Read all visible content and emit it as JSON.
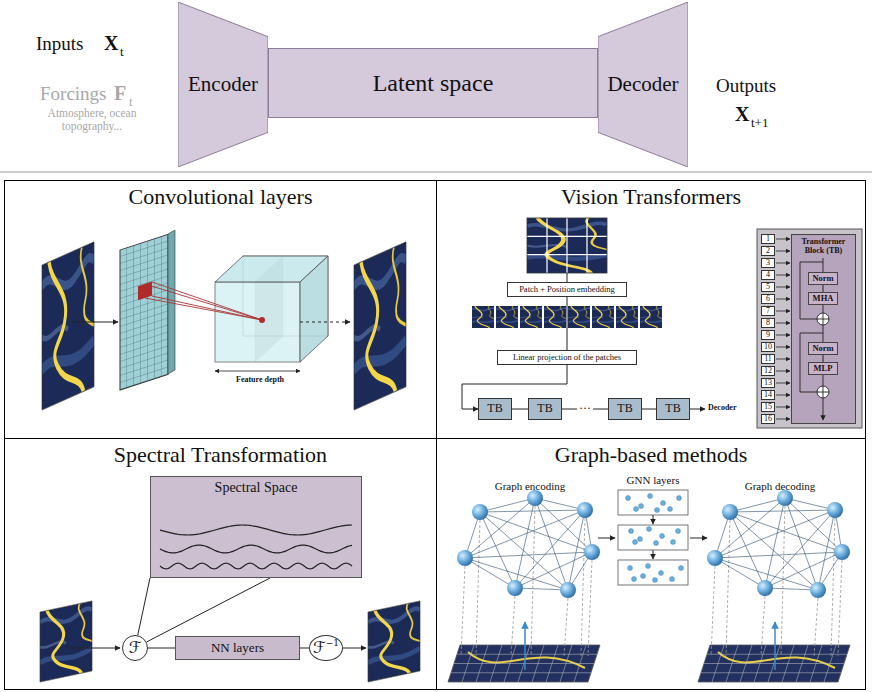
{
  "diagram": {
    "nodes": [
      {
        "text": [
          "Encoder"
        ]
      },
      {
        "text": [
          "Latent space"
        ]
      },
      {
        "text": [
          "Decoder"
        ]
      },
      {
        "text": [
          "Convolutional layers"
        ]
      },
      {
        "text": [
          "Vision Transformers"
        ]
      },
      {
        "text": [
          "Patch + Position embedding"
        ],
        "in": 4
      },
      {
        "text": [
          "Linear projection of the patches"
        ],
        "in": 4
      },
      {
        "text": [
          "TB"
        ],
        "in": 4
      },
      {
        "text": [
          "TB"
        ],
        "in": 4
      },
      {
        "text": [
          "TB"
        ],
        "in": 4
      },
      {
        "text": [
          "TB"
        ],
        "in": 4
      },
      {
        "text": [
          "1"
        ],
        "in": 4
      },
      {
        "text": [
          "2"
        ],
        "in": 4
      },
      {
        "text": [
          "3"
        ],
        "in": 4
      },
      {
        "text": [
          "4"
        ],
        "in": 4
      },
      {
        "text": [
          "5"
        ],
        "in": 4
      },
      {
        "text": [
          "6"
        ],
        "in": 4
      },
      {
        "text": [
          "7"
        ],
        "in": 4
      },
      {
        "text": [
          "8"
        ],
        "in": 4
      },
      {
        "text": [
          "9"
        ],
        "in": 4
      },
      {
        "text": [
          "10"
        ],
        "in": 4
      },
      {
        "text": [
          "11"
        ],
        "in": 4
      },
      {
        "text": [
          "12"
        ],
        "in": 4
      },
      {
        "text": [
          "13"
        ],
        "in": 4
      },
      {
        "text": [
          "14"
        ],
        "in": 4
      },
      {
        "text": [
          "15"
        ],
        "in": 4
      },
      {
        "text": [
          "16"
        ],
        "in": 4
      },
      {
        "text": [
          "Transformer Block (TB)"
        ],
        "in": 4
      },
      {
        "text": [
          "Norm"
        ],
        "in": 27
      },
      {
        "text": [
          "MHA"
        ],
        "in": 27
      },
      {
        "text": [
          "Norm"
        ],
        "in": 27
      },
      {
        "text": [
          "MLP"
        ],
        "in": 27
      },
      {
        "text": [
          "Spectral Transformation"
        ]
      },
      {
        "text": [
          "Spectral Space"
        ],
        "in": 32
      },
      {
        "text": [
          "ℱ"
        ],
        "in": 32
      },
      {
        "text": [
          "NN layers"
        ],
        "in": 32
      },
      {
        "text": [
          "ℱ",
          "−1"
        ],
        "in": 32
      },
      {
        "text": [
          "Graph-based methods"
        ]
      }
    ],
    "edges": [
      {
        "from": 5,
        "to": 6,
        "arrow": "none"
      },
      {
        "from": 6,
        "to": 7,
        "arrow": "to"
      },
      {
        "from": 7,
        "to": 8,
        "arrow": "none"
      },
      {
        "from": 8,
        "to": 9,
        "arrow": "none",
        "label": "···"
      },
      {
        "from": 9,
        "to": 10,
        "arrow": "none"
      },
      {
        "from": 28,
        "to": 29,
        "arrow": "none"
      },
      {
        "from": 30,
        "to": 31,
        "arrow": "none"
      },
      {
        "from": 34,
        "to": 33,
        "arrow": "none"
      },
      {
        "from": 34,
        "to": 35,
        "arrow": "none"
      },
      {
        "from": 35,
        "to": 36,
        "arrow": "none"
      }
    ],
    "labels": [
      "Inputs",
      "X",
      "t",
      "Forcings",
      "F",
      "t",
      "Atmosphere, ocean topography...",
      "Outputs",
      "X",
      "t+1",
      "Feature depth",
      "Decoder",
      "Graph encoding",
      "GNN layers",
      "Graph decoding"
    ]
  }
}
